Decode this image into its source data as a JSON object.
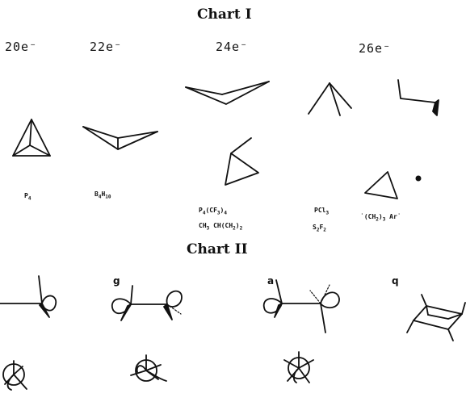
{
  "chart1": {
    "title": "Chart I",
    "electron_counts": [
      "20e⁻",
      "22e⁻",
      "24e⁻",
      "26e⁻"
    ],
    "labels": {
      "p4": [
        "P",
        "4",
        ""
      ],
      "b4h10": [
        "B",
        "4",
        "H",
        "10"
      ],
      "p4cf3": [
        "P",
        "4",
        "(CF",
        "3",
        ")",
        "4"
      ],
      "methylcyclopropane": [
        "CH",
        "3",
        " CH(CH",
        "2",
        ")",
        "2"
      ],
      "pcl3": [
        "PCl",
        "3"
      ],
      "s2f2": [
        "S",
        "2",
        "F",
        "2"
      ],
      "radical": [
        "˙(CH",
        "2",
        ")",
        "3",
        " Ar˙"
      ]
    }
  },
  "chart2": {
    "title": "Chart II",
    "conformer_labels": [
      "g",
      "a",
      "q"
    ]
  }
}
